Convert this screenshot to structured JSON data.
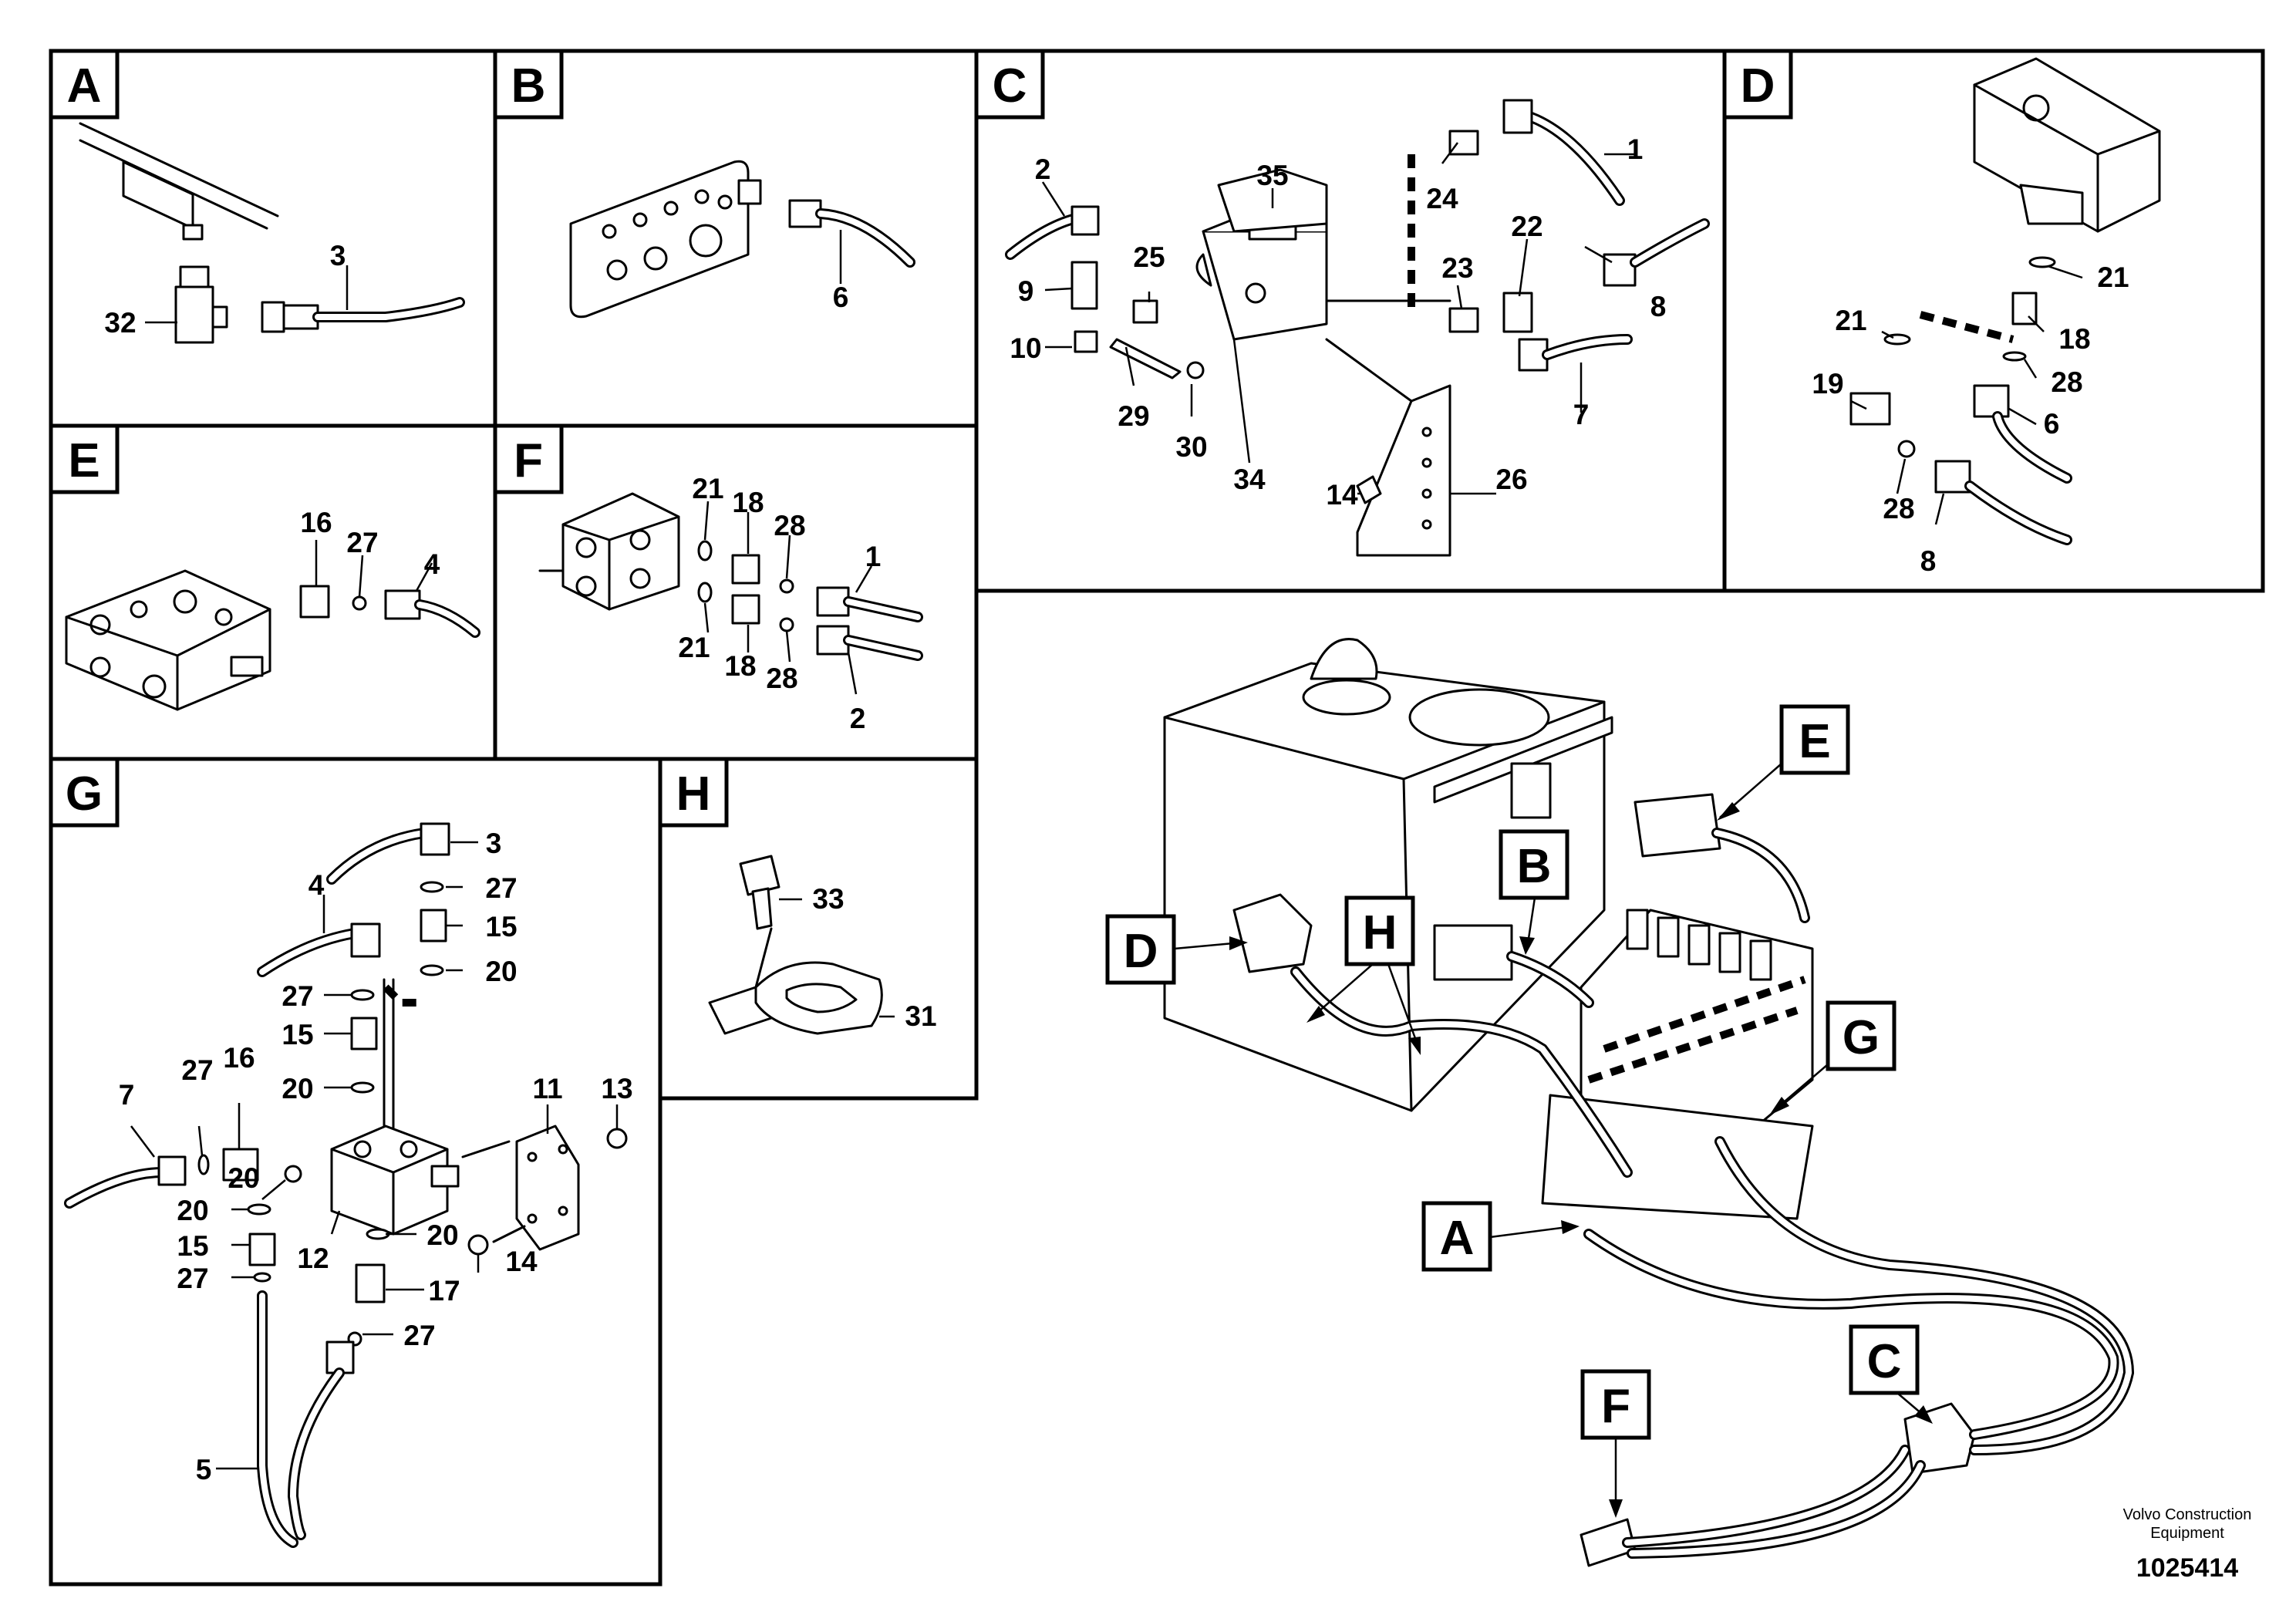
{
  "panels": [
    {
      "id": "A",
      "letter": "A"
    },
    {
      "id": "B",
      "letter": "B"
    },
    {
      "id": "C",
      "letter": "C"
    },
    {
      "id": "D",
      "letter": "D"
    },
    {
      "id": "E",
      "letter": "E"
    },
    {
      "id": "F",
      "letter": "F"
    },
    {
      "id": "G",
      "letter": "G"
    },
    {
      "id": "H",
      "letter": "H"
    }
  ],
  "part_labels": {
    "A": [
      "3",
      "32"
    ],
    "B": [
      "6"
    ],
    "C": [
      "2",
      "35",
      "1",
      "24",
      "25",
      "9",
      "22",
      "23",
      "8",
      "10",
      "29",
      "30",
      "34",
      "14",
      "26",
      "7"
    ],
    "D": [
      "21",
      "21",
      "18",
      "19",
      "28",
      "6",
      "28",
      "8"
    ],
    "E": [
      "16",
      "27",
      "4"
    ],
    "F": [
      "21",
      "18",
      "28",
      "1",
      "21",
      "18",
      "28",
      "2"
    ],
    "G": [
      "3",
      "4",
      "27",
      "15",
      "20",
      "27",
      "15",
      "11",
      "13",
      "7",
      "27",
      "16",
      "20",
      "20",
      "12",
      "20",
      "14",
      "20",
      "15",
      "27",
      "17",
      "27",
      "5"
    ],
    "H": [
      "33",
      "31"
    ]
  },
  "overview_callouts": [
    "E",
    "B",
    "D",
    "H",
    "G",
    "A",
    "C",
    "F"
  ],
  "footer": {
    "company_line1": "Volvo Construction",
    "company_line2": "Equipment",
    "doc_number": "1025414"
  }
}
